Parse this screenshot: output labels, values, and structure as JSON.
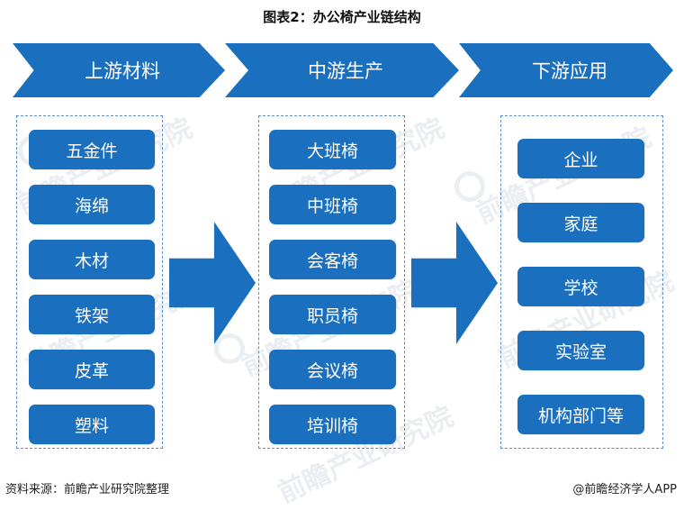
{
  "title": "图表2：办公椅产业链结构",
  "stages": [
    {
      "label": "上游材料",
      "items": [
        "五金件",
        "海绵",
        "木材",
        "铁架",
        "皮革",
        "塑料"
      ]
    },
    {
      "label": "中游生产",
      "items": [
        "大班椅",
        "中班椅",
        "会客椅",
        "职员椅",
        "会议椅",
        "培训椅"
      ]
    },
    {
      "label": "下游应用",
      "items": [
        "企业",
        "家庭",
        "学校",
        "实验室",
        "机构部门等"
      ]
    }
  ],
  "footer": {
    "source": "资料来源：前瞻产业研究院整理",
    "brand": "@前瞻经济学人APP"
  },
  "watermark": "前瞻产业研究院",
  "colors": {
    "primary": "#1b6fbf",
    "panel_border": "#5b8fc9"
  }
}
